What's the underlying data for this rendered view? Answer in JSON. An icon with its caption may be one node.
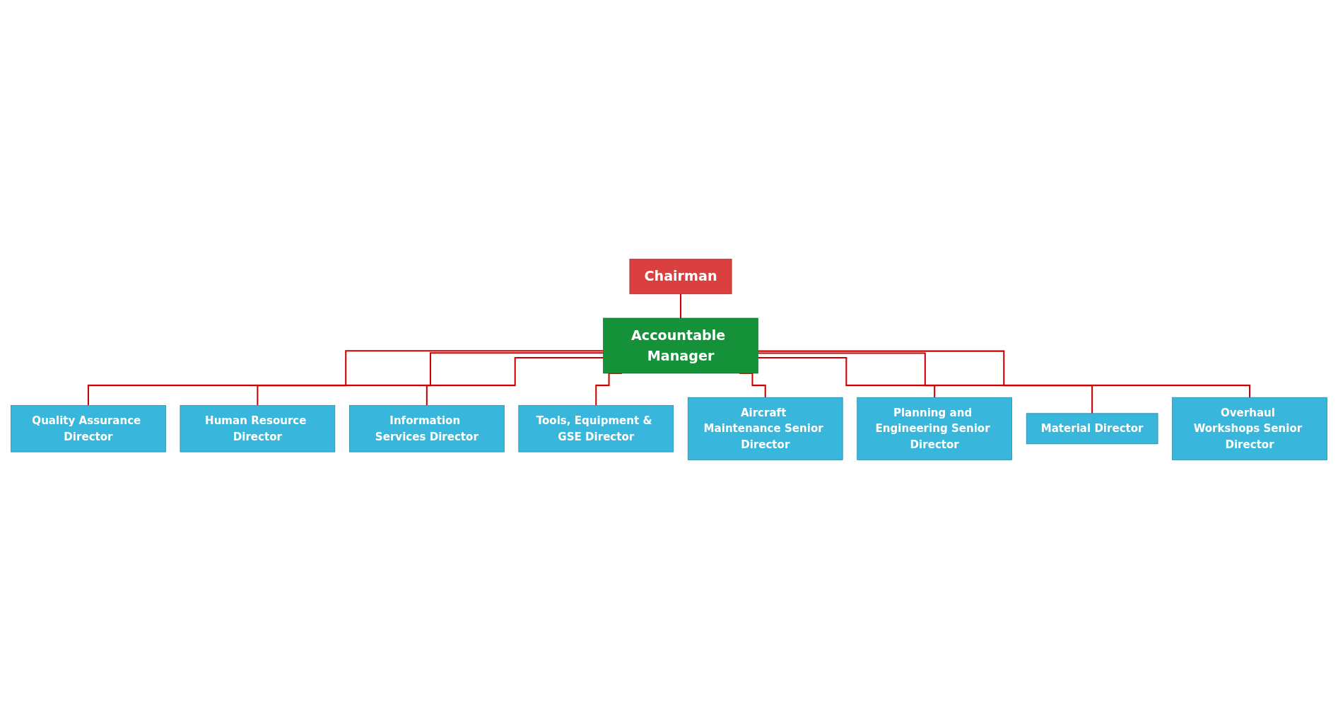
{
  "diagram": {
    "nodes": [
      {
        "text": [
          "Chairman"
        ]
      },
      {
        "text": [
          "Accountable Manager"
        ]
      },
      {
        "text": [
          "Quality Assurance Director"
        ]
      },
      {
        "text": [
          "Human Resource Director"
        ]
      },
      {
        "text": [
          "Information Services Director"
        ]
      },
      {
        "text": [
          "Tools, Equipment & GSE Director"
        ]
      },
      {
        "text": [
          "Aircraft Maintenance Senior Director"
        ]
      },
      {
        "text": [
          "Planning and Engineering Senior Director"
        ]
      },
      {
        "text": [
          "Material Director"
        ]
      },
      {
        "text": [
          "Overhaul Workshops Senior Director"
        ]
      }
    ],
    "edges": [
      {
        "from": 0,
        "to": 1,
        "arrow": "none"
      },
      {
        "from": 1,
        "to": 2,
        "arrow": "none"
      },
      {
        "from": 1,
        "to": 3,
        "arrow": "none"
      },
      {
        "from": 1,
        "to": 4,
        "arrow": "none"
      },
      {
        "from": 1,
        "to": 5,
        "arrow": "none"
      },
      {
        "from": 1,
        "to": 6,
        "arrow": "none"
      },
      {
        "from": 1,
        "to": 7,
        "arrow": "none"
      },
      {
        "from": 1,
        "to": 8,
        "arrow": "none"
      },
      {
        "from": 1,
        "to": 9,
        "arrow": "none"
      }
    ]
  }
}
